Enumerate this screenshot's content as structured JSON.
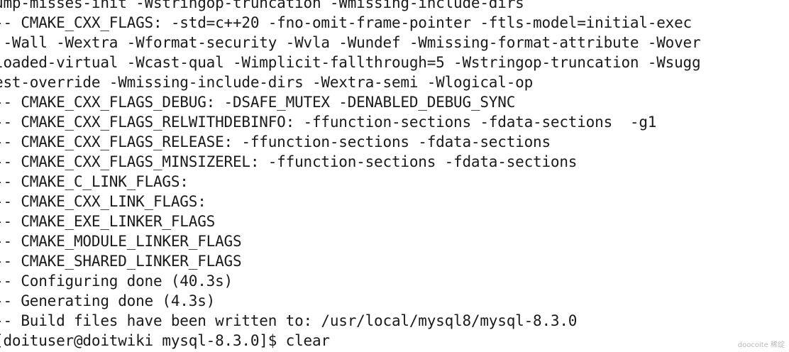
{
  "terminal": {
    "lines": [
      "ump-misses-init -Wstringop-truncation -Wmissing-include-dirs",
      "-- CMAKE_CXX_FLAGS: -std=c++20 -fno-omit-frame-pointer -ftls-model=initial-exec",
      " -Wall -Wextra -Wformat-security -Wvla -Wundef -Wmissing-format-attribute -Wover",
      "loaded-virtual -Wcast-qual -Wimplicit-fallthrough=5 -Wstringop-truncation -Wsugg",
      "est-override -Wmissing-include-dirs -Wextra-semi -Wlogical-op",
      "-- CMAKE_CXX_FLAGS_DEBUG: -DSAFE_MUTEX -DENABLED_DEBUG_SYNC",
      "-- CMAKE_CXX_FLAGS_RELWITHDEBINFO: -ffunction-sections -fdata-sections  -g1",
      "-- CMAKE_CXX_FLAGS_RELEASE: -ffunction-sections -fdata-sections",
      "-- CMAKE_CXX_FLAGS_MINSIZEREL: -ffunction-sections -fdata-sections",
      "-- CMAKE_C_LINK_FLAGS:",
      "-- CMAKE_CXX_LINK_FLAGS:",
      "-- CMAKE_EXE_LINKER_FLAGS",
      "-- CMAKE_MODULE_LINKER_FLAGS",
      "-- CMAKE_SHARED_LINKER_FLAGS",
      "-- Configuring done (40.3s)",
      "-- Generating done (4.3s)",
      "-- Build files have been written to: /usr/local/mysql8/mysql-8.3.0"
    ],
    "prompt": "[doituser@doitwiki mysql-8.3.0]$ ",
    "command": "clear"
  },
  "watermark": "doocoite 稀绽"
}
